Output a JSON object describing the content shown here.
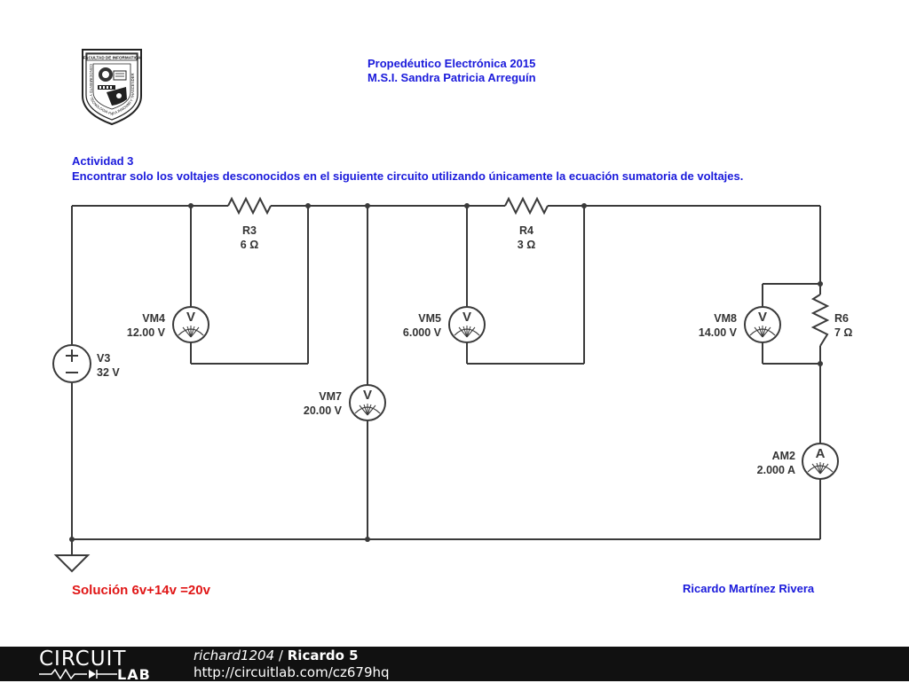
{
  "header": {
    "course_line": "Propedéutico Electrónica 2015",
    "teacher_line": "M.S.I. Sandra Patricia Arreguín"
  },
  "logo": {
    "top_text": "FACULTAD DE INFORMATICA",
    "ring_text": "CONOCIMIENTO Y TECNOLOGIA PARA INNOVAR Y TRASCENDER"
  },
  "activity": {
    "title": "Actividad 3",
    "instruction": "Encontrar solo los voltajes desconocidos en el siguiente circuito utilizando únicamente la ecuación sumatoria de voltajes."
  },
  "components": {
    "V3": {
      "name": "V3",
      "value": "32 V"
    },
    "R3": {
      "name": "R3",
      "value": "6 Ω"
    },
    "R4": {
      "name": "R4",
      "value": "3 Ω"
    },
    "R6": {
      "name": "R6",
      "value": "7 Ω"
    },
    "VM4": {
      "name": "VM4",
      "value": "12.00 V",
      "symbol": "V"
    },
    "VM5": {
      "name": "VM5",
      "value": "6.000 V",
      "symbol": "V"
    },
    "VM7": {
      "name": "VM7",
      "value": "20.00 V",
      "symbol": "V"
    },
    "VM8": {
      "name": "VM8",
      "value": "14.00 V",
      "symbol": "V"
    },
    "AM2": {
      "name": "AM2",
      "value": "2.000 A",
      "symbol": "A"
    }
  },
  "solution": "Solución 6v+14v =20v",
  "author": "Ricardo Martínez Rivera",
  "footer": {
    "logo_top": "CIRCUIT",
    "logo_bottom": "LAB",
    "user": "richard1204",
    "separator": " / ",
    "project": "Ricardo 5",
    "url": "http://circuitlab.com/cz679hq"
  },
  "colors": {
    "title_blue": "#1a1adb",
    "solution_red": "#e01616",
    "wire": "#3a3a3a",
    "footer_bg": "#111111"
  }
}
